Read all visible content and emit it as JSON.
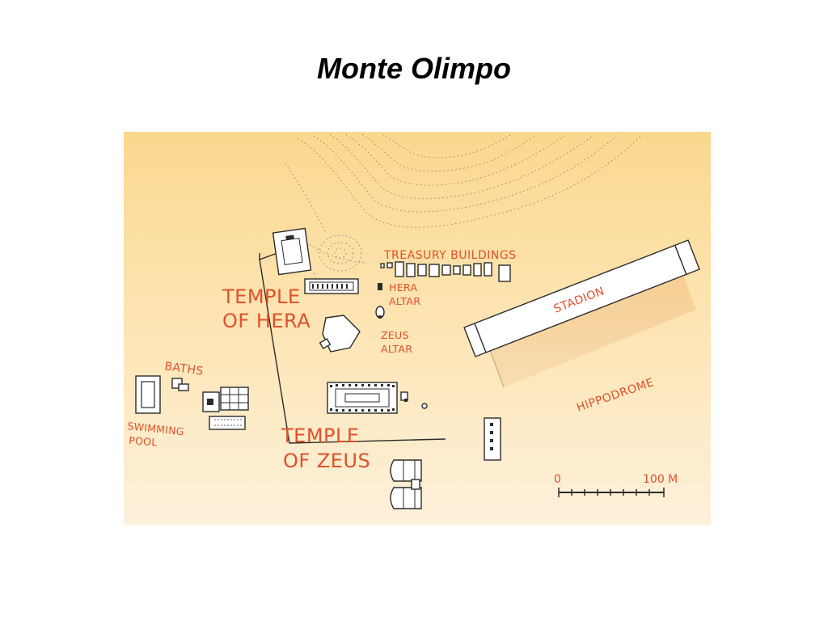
{
  "title": "Monte Olimpo",
  "map": {
    "labels": {
      "treasury": "TREASURY BUILDINGS",
      "hera_altar_1": "HERA",
      "hera_altar_2": "ALTAR",
      "temple_hera_1": "TEMPLE",
      "temple_hera_2": "OF HERA",
      "zeus_altar_1": "ZEUS",
      "zeus_altar_2": "ALTAR",
      "stadion": "STADION",
      "baths": "BATHS",
      "swimming_pool_1": "SWIMMING",
      "swimming_pool_2": "POOL",
      "temple_zeus_1": "TEMPLE",
      "temple_zeus_2": "OF ZEUS",
      "hippodrome": "HIPPODROME"
    },
    "scale": {
      "start": "0",
      "end": "100 M"
    },
    "colors": {
      "label": "#e0502a",
      "background_top": "#fbd88f",
      "background_bottom": "#fdf1dc"
    }
  }
}
